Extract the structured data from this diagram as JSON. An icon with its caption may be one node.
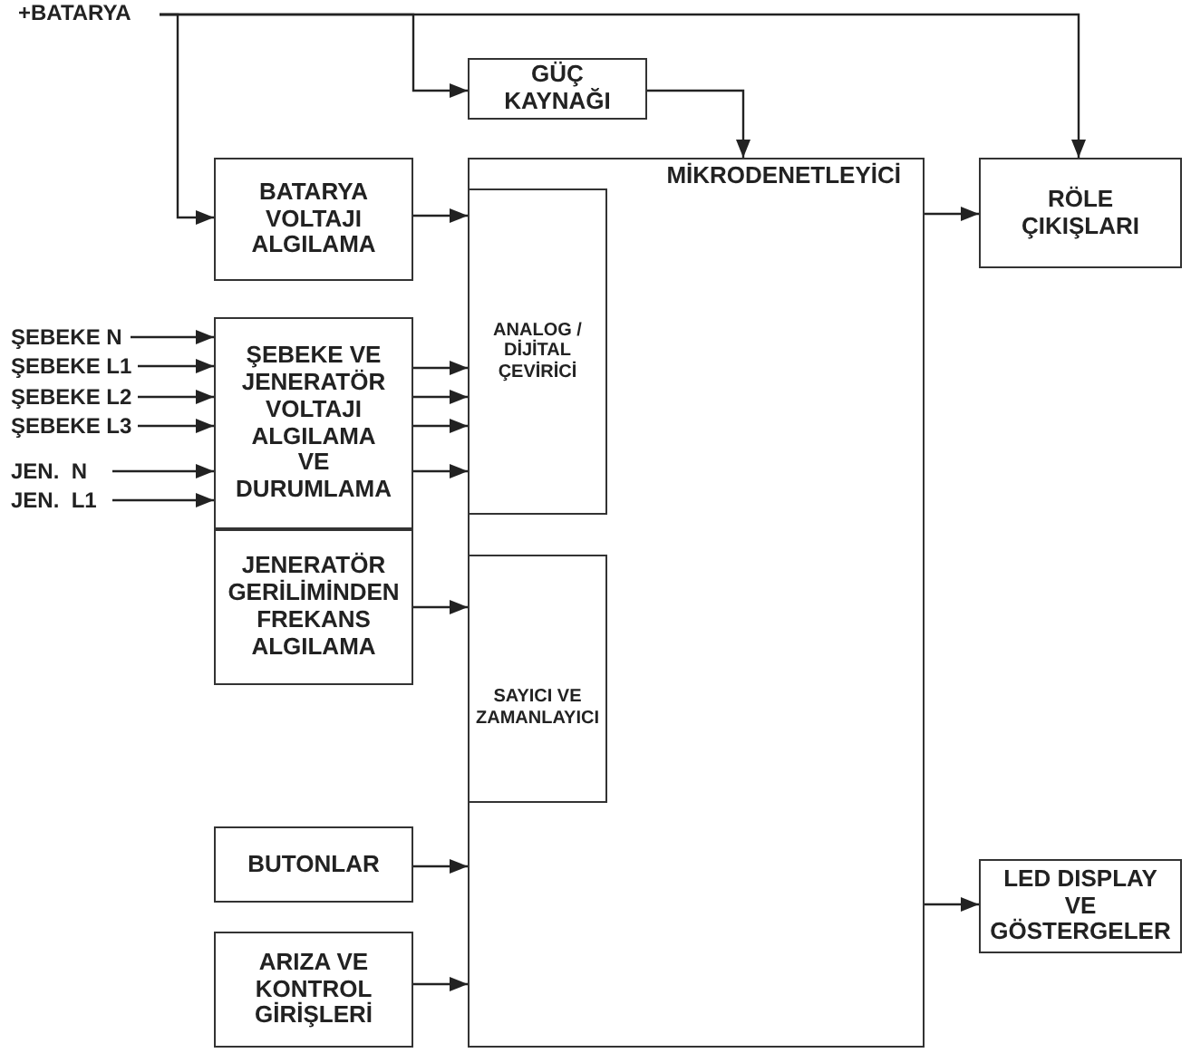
{
  "diagram": {
    "nodes": [
      {
        "text": [
          "+BATARYA"
        ]
      },
      {
        "text": [
          "GÜÇ KAYNAĞI"
        ]
      },
      {
        "text": [
          "BATARYA VOLTAJI ALGILAMA"
        ]
      },
      {
        "text": [
          "MİKRODENETLEYİCİ"
        ]
      },
      {
        "text": [
          "ANALOG / DİJİTAL ÇEVİRİCİ"
        ],
        "in": 3
      },
      {
        "text": [
          "RÖLE ÇIKIŞLARI"
        ]
      },
      {
        "text": [
          "ŞEBEKE N"
        ]
      },
      {
        "text": [
          "ŞEBEKE L1"
        ]
      },
      {
        "text": [
          "ŞEBEKE L2"
        ]
      },
      {
        "text": [
          "ŞEBEKE L3"
        ]
      },
      {
        "text": [
          "JEN.  N"
        ]
      },
      {
        "text": [
          "JEN.  L1"
        ]
      },
      {
        "text": [
          "ŞEBEKE VE JENERATÖR VOLTAJI ALGILAMA VE DURUMLAMA"
        ]
      },
      {
        "text": [
          "JENERATÖR GERİLİMİNDEN FREKANS ALGILAMA"
        ]
      },
      {
        "text": [
          "SAYICI VE ZAMANLAYICI"
        ],
        "in": 3
      },
      {
        "text": [
          "BUTONLAR"
        ]
      },
      {
        "text": [
          "ARIZA VE KONTROL GİRİŞLERİ"
        ]
      },
      {
        "text": [
          "LED DISPLAY VE GÖSTERGELER"
        ]
      }
    ],
    "edges": [
      {
        "from": 0,
        "to": 5,
        "arrow": "to"
      },
      {
        "from": 0,
        "to": 1,
        "arrow": "to"
      },
      {
        "from": 0,
        "to": 2,
        "arrow": "to"
      },
      {
        "from": 1,
        "to": 3,
        "arrow": "to"
      },
      {
        "from": 2,
        "to": 4,
        "arrow": "to"
      },
      {
        "from": 3,
        "to": 5,
        "arrow": "to"
      },
      {
        "from": 6,
        "to": 12,
        "arrow": "to"
      },
      {
        "from": 7,
        "to": 12,
        "arrow": "to"
      },
      {
        "from": 8,
        "to": 12,
        "arrow": "to"
      },
      {
        "from": 9,
        "to": 12,
        "arrow": "to"
      },
      {
        "from": 10,
        "to": 12,
        "arrow": "to"
      },
      {
        "from": 11,
        "to": 12,
        "arrow": "to"
      },
      {
        "from": 12,
        "to": 4,
        "arrow": "to"
      },
      {
        "from": 12,
        "to": 4,
        "arrow": "to"
      },
      {
        "from": 12,
        "to": 4,
        "arrow": "to"
      },
      {
        "from": 12,
        "to": 4,
        "arrow": "to"
      },
      {
        "from": 13,
        "to": 14,
        "arrow": "to"
      },
      {
        "from": 15,
        "to": 3,
        "arrow": "to"
      },
      {
        "from": 16,
        "to": 3,
        "arrow": "to"
      },
      {
        "from": 3,
        "to": 17,
        "arrow": "to"
      }
    ]
  }
}
